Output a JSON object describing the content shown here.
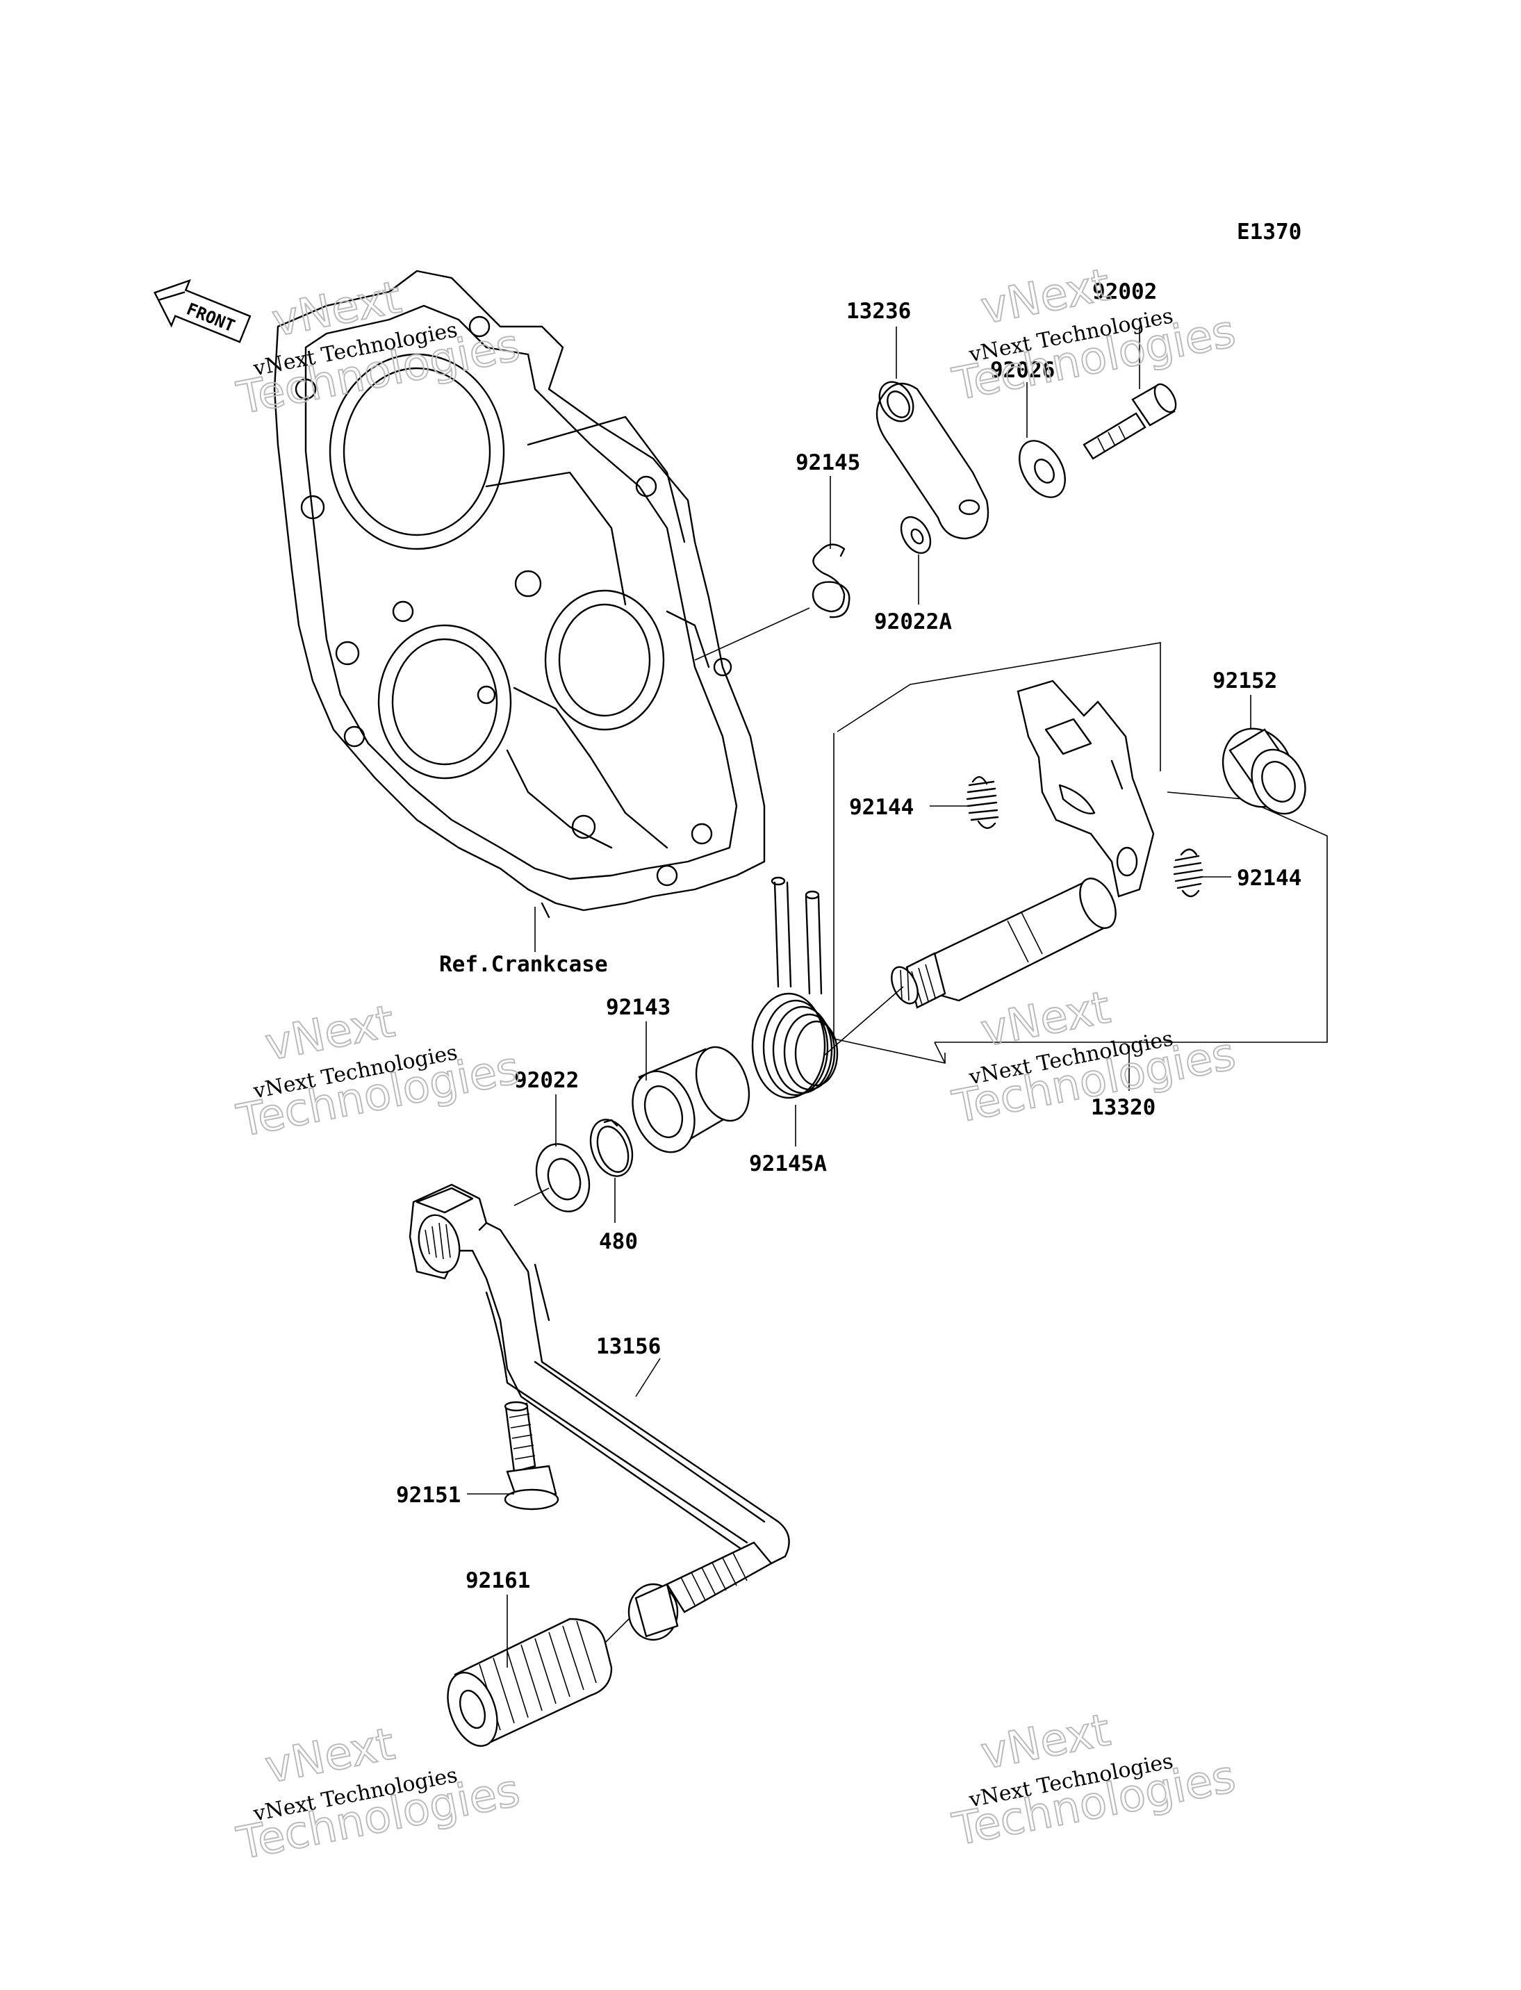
{
  "diagram": {
    "code": "E1370",
    "front_label": "FRONT",
    "ref_label": "Ref.Crankcase",
    "parts": [
      {
        "id": "p13236",
        "label": "13236"
      },
      {
        "id": "p92002",
        "label": "92002"
      },
      {
        "id": "p92026",
        "label": "92026"
      },
      {
        "id": "p92145",
        "label": "92145"
      },
      {
        "id": "p92022A",
        "label": "92022A"
      },
      {
        "id": "p92152",
        "label": "92152"
      },
      {
        "id": "p92144a",
        "label": "92144"
      },
      {
        "id": "p92144b",
        "label": "92144"
      },
      {
        "id": "p92143",
        "label": "92143"
      },
      {
        "id": "p92022",
        "label": "92022"
      },
      {
        "id": "p92145A",
        "label": "92145A"
      },
      {
        "id": "p13320",
        "label": "13320"
      },
      {
        "id": "p480",
        "label": "480"
      },
      {
        "id": "p13156",
        "label": "13156"
      },
      {
        "id": "p92151",
        "label": "92151"
      },
      {
        "id": "p92161",
        "label": "92161"
      }
    ]
  },
  "watermark": {
    "brand": "vNext",
    "company": "vNext Technologies",
    "word": "Technologies"
  }
}
